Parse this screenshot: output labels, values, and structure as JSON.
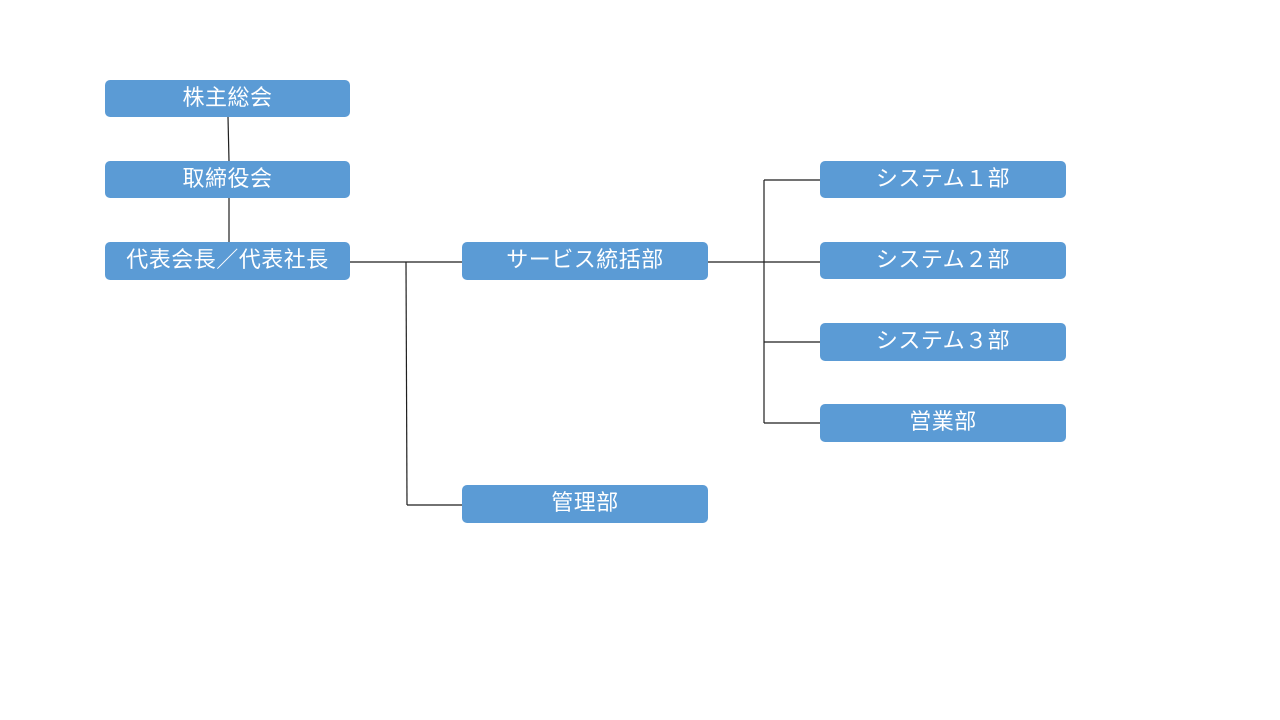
{
  "org_chart": {
    "nodes": {
      "shareholders": "株主総会",
      "board": "取締役会",
      "ceo": "代表会長／代表社長",
      "service_hq": "サービス統括部",
      "admin": "管理部",
      "system1": "システム１部",
      "system2": "システム２部",
      "system3": "システム３部",
      "sales": "営業部"
    },
    "hierarchy": [
      {
        "parent": "shareholders",
        "child": "board"
      },
      {
        "parent": "board",
        "child": "ceo"
      },
      {
        "parent": "ceo",
        "child": "service_hq"
      },
      {
        "parent": "ceo",
        "child": "admin"
      },
      {
        "parent": "service_hq",
        "child": "system1"
      },
      {
        "parent": "service_hq",
        "child": "system2"
      },
      {
        "parent": "service_hq",
        "child": "system3"
      },
      {
        "parent": "service_hq",
        "child": "sales"
      }
    ],
    "colors": {
      "box_fill": "#5b9bd5",
      "box_text": "#ffffff",
      "connector": "#1f1f1f",
      "background": "#ffffff"
    }
  }
}
